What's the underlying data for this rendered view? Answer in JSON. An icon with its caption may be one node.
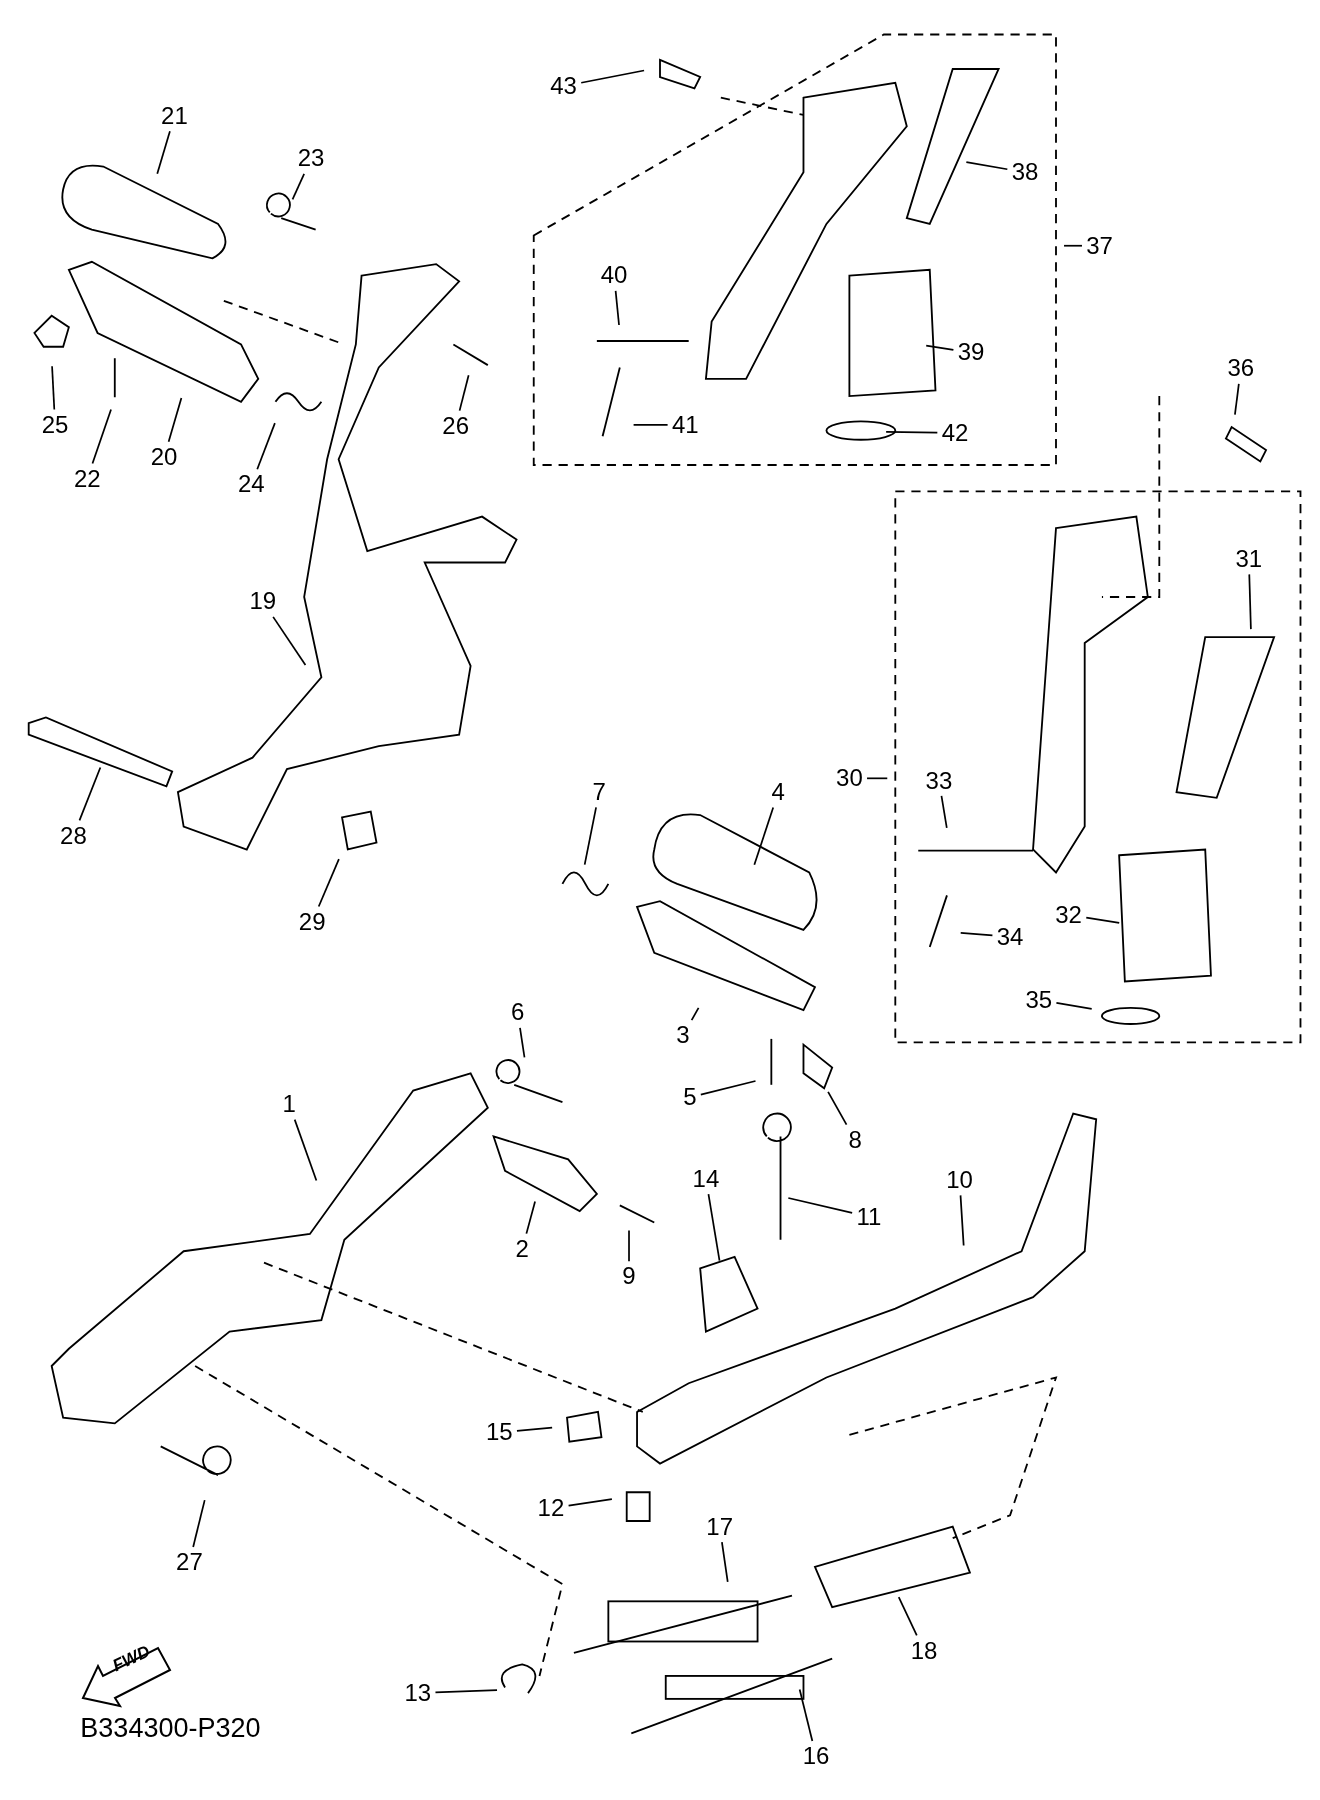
{
  "diagram": {
    "nodes": [
      {
        "text": [
          "1"
        ]
      },
      {
        "text": [
          "2"
        ]
      },
      {
        "text": [
          "3"
        ]
      },
      {
        "text": [
          "4"
        ]
      },
      {
        "text": [
          "5"
        ]
      },
      {
        "text": [
          "6"
        ]
      },
      {
        "text": [
          "7"
        ]
      },
      {
        "text": [
          "8"
        ]
      },
      {
        "text": [
          "9"
        ]
      },
      {
        "text": [
          "10"
        ]
      },
      {
        "text": [
          "11"
        ]
      },
      {
        "text": [
          "12"
        ]
      },
      {
        "text": [
          "13"
        ]
      },
      {
        "text": [
          "14"
        ]
      },
      {
        "text": [
          "15"
        ]
      },
      {
        "text": [
          "16"
        ]
      },
      {
        "text": [
          "17"
        ]
      },
      {
        "text": [
          "18"
        ]
      },
      {
        "text": [
          "19"
        ]
      },
      {
        "text": [
          "20"
        ]
      },
      {
        "text": [
          "21"
        ]
      },
      {
        "text": [
          "22"
        ]
      },
      {
        "text": [
          "23"
        ]
      },
      {
        "text": [
          "24"
        ]
      },
      {
        "text": [
          "25"
        ]
      },
      {
        "text": [
          "26"
        ]
      },
      {
        "text": [
          "27"
        ]
      },
      {
        "text": [
          "28"
        ]
      },
      {
        "text": [
          "29"
        ]
      },
      {
        "text": [
          "30"
        ]
      },
      {
        "text": [
          "31"
        ]
      },
      {
        "text": [
          "32"
        ]
      },
      {
        "text": [
          "33"
        ]
      },
      {
        "text": [
          "34"
        ]
      },
      {
        "text": [
          "35"
        ]
      },
      {
        "text": [
          "36"
        ]
      },
      {
        "text": [
          "37"
        ]
      },
      {
        "text": [
          "38"
        ]
      },
      {
        "text": [
          "39"
        ]
      },
      {
        "text": [
          "40"
        ]
      },
      {
        "text": [
          "41"
        ]
      },
      {
        "text": [
          "42"
        ]
      },
      {
        "text": [
          "43"
        ]
      }
    ],
    "edges": [
      {
        "from": 0,
        "to": null,
        "arrow": "none"
      },
      {
        "from": 1,
        "to": null,
        "arrow": "none"
      },
      {
        "from": 2,
        "to": null,
        "arrow": "none"
      },
      {
        "from": 3,
        "to": null,
        "arrow": "none"
      },
      {
        "from": 4,
        "to": null,
        "arrow": "none"
      },
      {
        "from": 5,
        "to": null,
        "arrow": "none"
      },
      {
        "from": 6,
        "to": null,
        "arrow": "none"
      },
      {
        "from": 7,
        "to": null,
        "arrow": "none"
      },
      {
        "from": 8,
        "to": null,
        "arrow": "none"
      },
      {
        "from": 9,
        "to": null,
        "arrow": "none"
      },
      {
        "from": 10,
        "to": null,
        "arrow": "none"
      },
      {
        "from": 11,
        "to": null,
        "arrow": "none"
      },
      {
        "from": 12,
        "to": null,
        "arrow": "none"
      },
      {
        "from": 13,
        "to": null,
        "arrow": "none"
      },
      {
        "from": 14,
        "to": null,
        "arrow": "none"
      },
      {
        "from": 15,
        "to": null,
        "arrow": "none"
      },
      {
        "from": 16,
        "to": null,
        "arrow": "none"
      },
      {
        "from": 17,
        "to": null,
        "arrow": "none"
      },
      {
        "from": 18,
        "to": null,
        "arrow": "none"
      },
      {
        "from": 19,
        "to": null,
        "arrow": "none"
      },
      {
        "from": 20,
        "to": null,
        "arrow": "none"
      },
      {
        "from": 21,
        "to": null,
        "arrow": "none"
      },
      {
        "from": 22,
        "to": null,
        "arrow": "none"
      },
      {
        "from": 23,
        "to": null,
        "arrow": "none"
      },
      {
        "from": 24,
        "to": null,
        "arrow": "none"
      },
      {
        "from": 25,
        "to": null,
        "arrow": "none"
      },
      {
        "from": 26,
        "to": null,
        "arrow": "none"
      },
      {
        "from": 27,
        "to": null,
        "arrow": "none"
      },
      {
        "from": 28,
        "to": null,
        "arrow": "none"
      },
      {
        "from": 29,
        "to": null,
        "arrow": "none"
      },
      {
        "from": 30,
        "to": null,
        "arrow": "none"
      },
      {
        "from": 31,
        "to": null,
        "arrow": "none"
      },
      {
        "from": 32,
        "to": null,
        "arrow": "none"
      },
      {
        "from": 33,
        "to": null,
        "arrow": "none"
      },
      {
        "from": 34,
        "to": null,
        "arrow": "none"
      },
      {
        "from": 35,
        "to": null,
        "arrow": "none"
      },
      {
        "from": 36,
        "to": null,
        "arrow": "none"
      },
      {
        "from": 37,
        "to": null,
        "arrow": "none"
      },
      {
        "from": 38,
        "to": null,
        "arrow": "none"
      },
      {
        "from": 39,
        "to": null,
        "arrow": "none"
      },
      {
        "from": 40,
        "to": null,
        "arrow": "none"
      },
      {
        "from": 41,
        "to": null,
        "arrow": "none"
      },
      {
        "from": 42,
        "to": null,
        "arrow": "none"
      }
    ],
    "labels": [
      "FWD",
      "B334300-P320"
    ]
  }
}
